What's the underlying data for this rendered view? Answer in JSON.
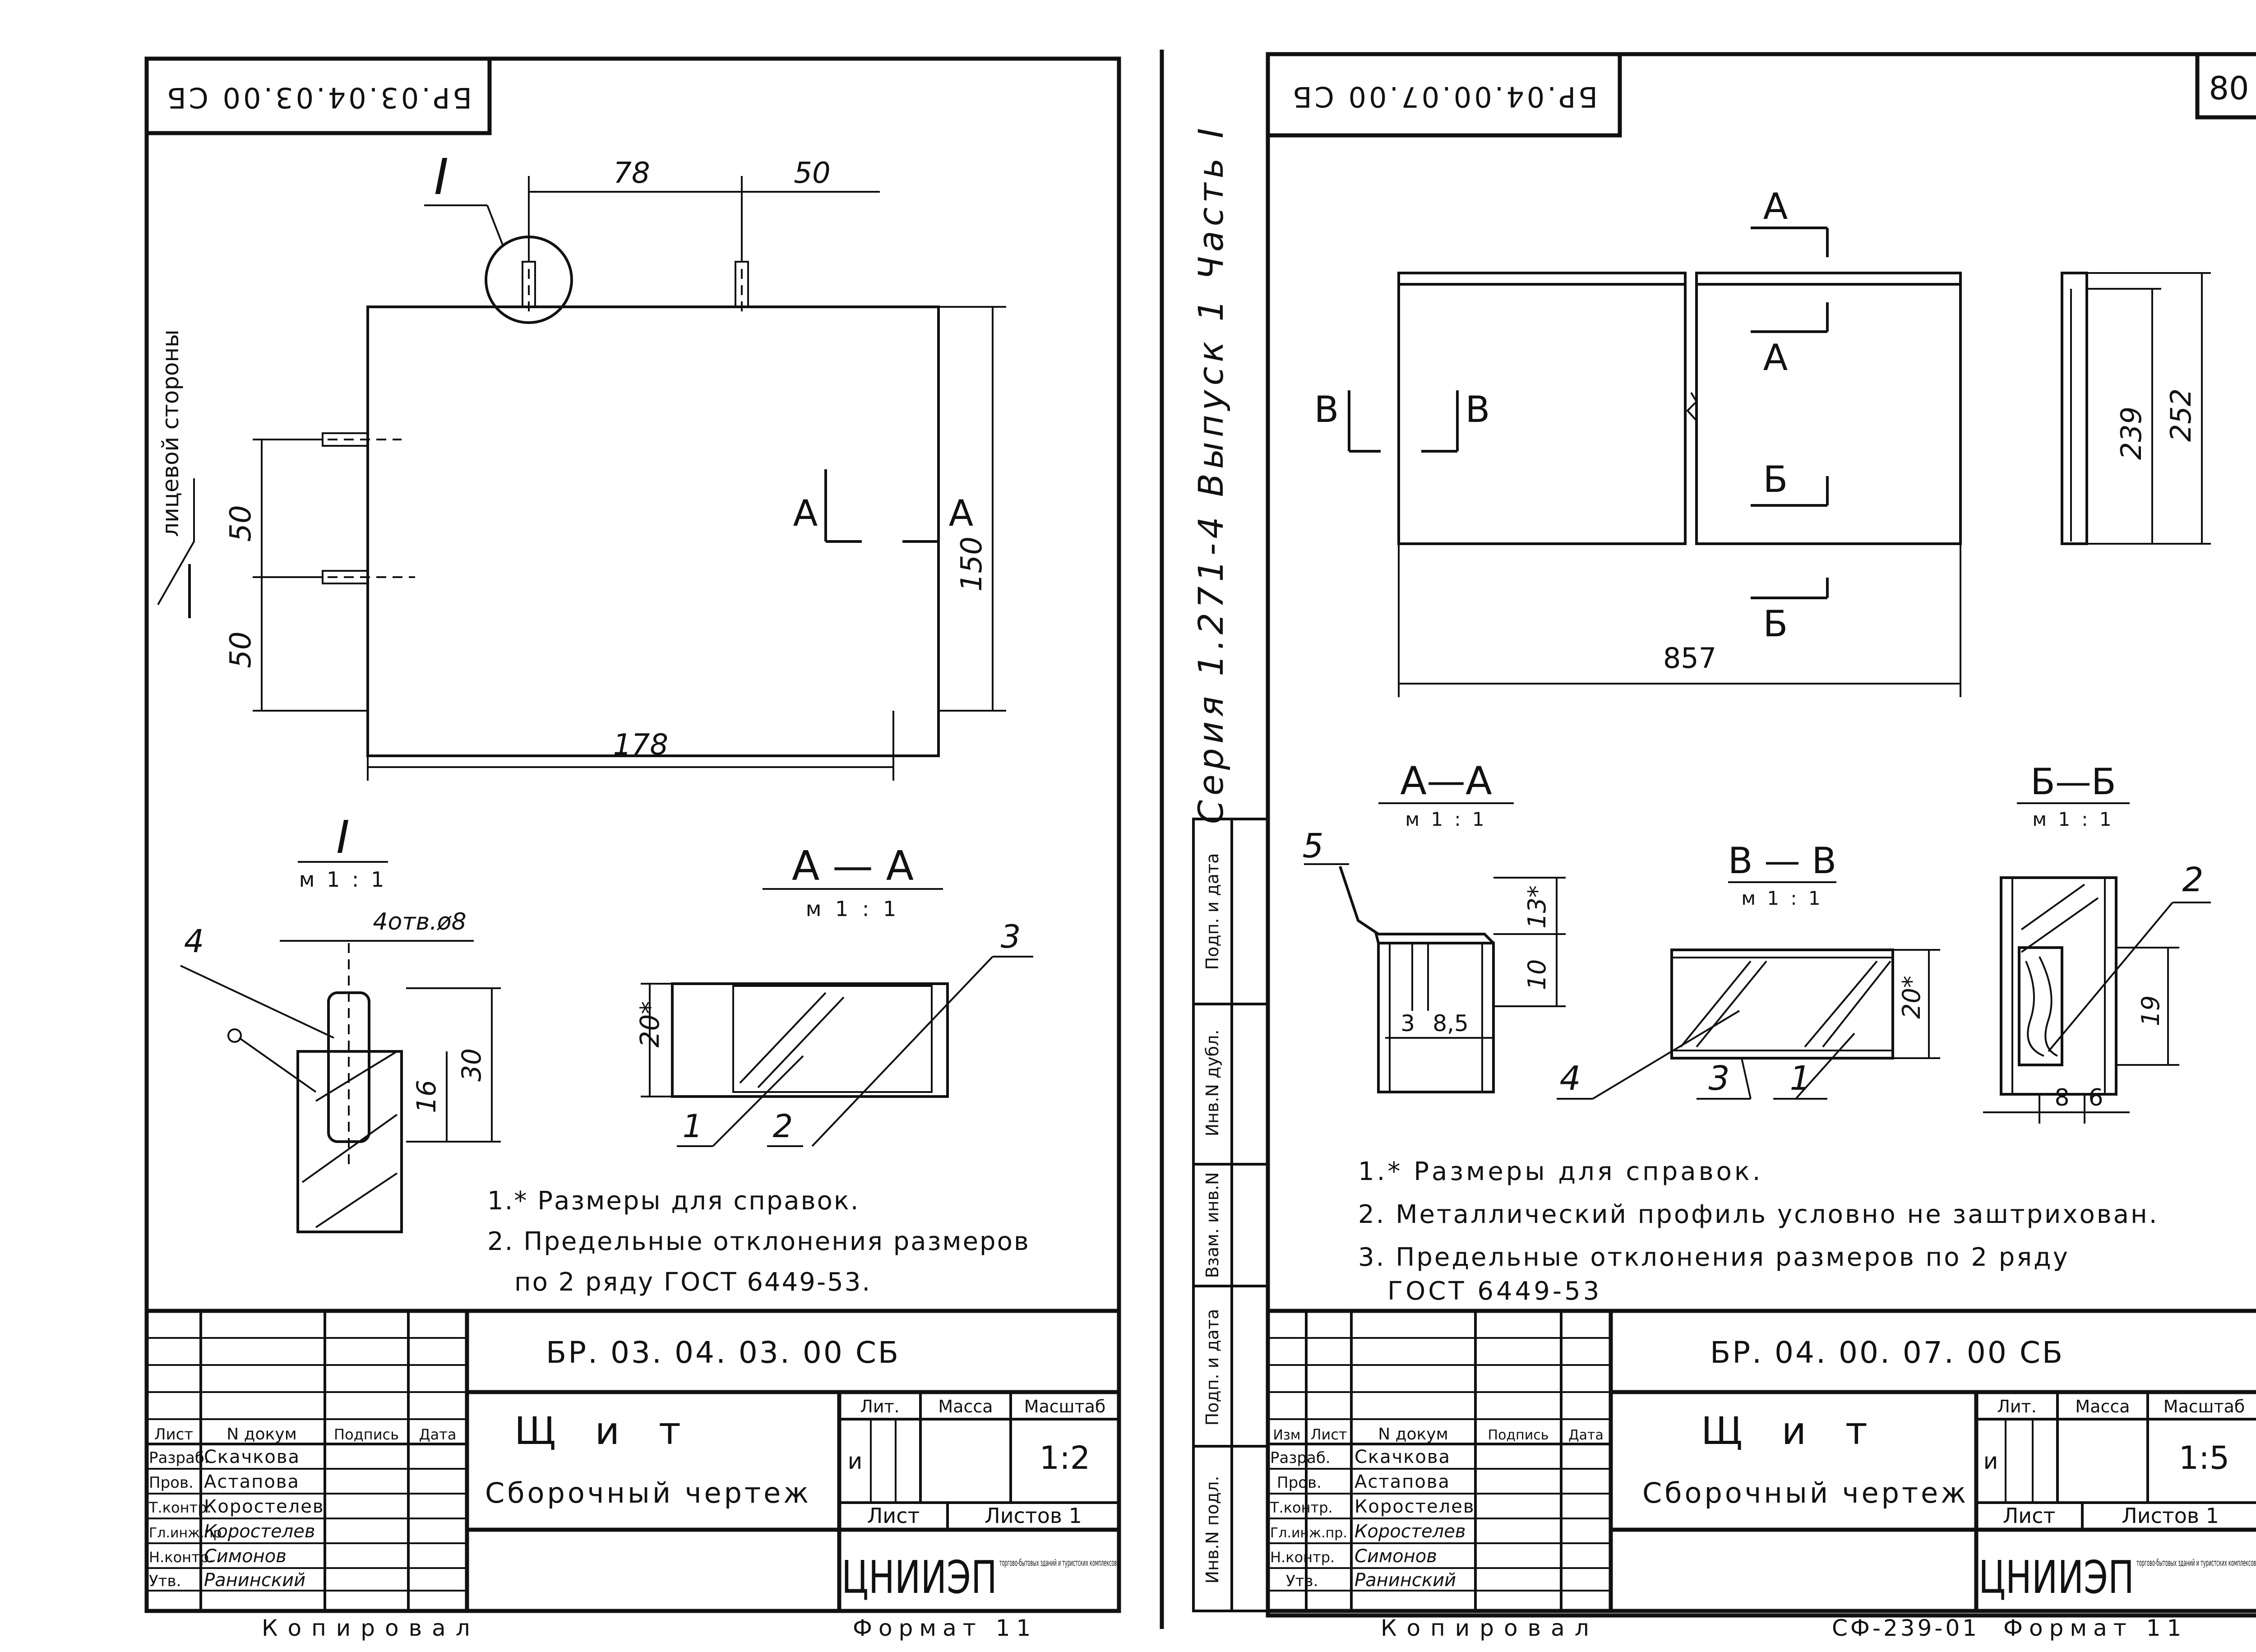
{
  "colors": {
    "ink": "#111111",
    "paper": "#ffffff"
  },
  "left_sheet": {
    "doc_code_rotated": "БР.03.04.03.00 СБ",
    "detail_marker": "I",
    "dims": {
      "d78": "78",
      "d50_top": "50",
      "d150": "150",
      "d50_a": "50",
      "d50_b": "50",
      "d178": "178",
      "d30": "30",
      "d16": "16",
      "d20": "20*"
    },
    "face_side_label": "лицевой стороны",
    "section_letters": {
      "a1": "А",
      "a2": "А"
    },
    "detail_title": "I",
    "detail_scale": "м 1 : 1",
    "section_title": "А — А",
    "section_scale": "м 1 : 1",
    "holes_note": "4отв.ø8",
    "leaders": {
      "l4": "4",
      "l3": "3",
      "l1": "1",
      "l2": "2"
    },
    "notes": [
      "1.* Размеры для справок.",
      "2. Предельные отклонения размеров",
      "по 2 ряду ГОСТ 6449-53."
    ],
    "title_block": {
      "code": "БР. 03. 04. 03. 00 СБ",
      "name1": "Щ и т",
      "name2": "Сборочный чертеж",
      "col_headers": [
        "Лист",
        "N докум",
        "Подпись",
        "Дата"
      ],
      "roles": [
        "Разраб.",
        "Пров.",
        "Т.контр.",
        "Гл.инж.пр.",
        "Н.контр.",
        "Утв."
      ],
      "names": [
        "Скачкова",
        "Астапова",
        "Коростелев",
        "Коростелев",
        "Симонов",
        "Ранинский"
      ],
      "lit_label": "Лит.",
      "mass_label": "Масса",
      "scale_label": "Масштаб",
      "lit_value": "и",
      "scale_value": "1:2",
      "sheet_label": "Лист",
      "sheets_label": "Листов 1",
      "org": "ЦНИИЭП",
      "org_sub": "торгово-бытовых зданий и туристских комплексов"
    },
    "bottom_left": "Копировал",
    "bottom_right": "Формат 11"
  },
  "right_sheet": {
    "doc_code_rotated": "БР.04.00.07.00 СБ",
    "page_number": "80",
    "series_text": "Серия 1.271-4 Выпуск 1 Часть I",
    "section_letters": {
      "a_top": "А",
      "a_mid": "А",
      "b1": "Б",
      "b2": "Б",
      "v1": "В",
      "v2": "В"
    },
    "dims": {
      "d857": "857",
      "d239": "239",
      "d252": "252",
      "d13": "13*",
      "d10": "10",
      "d3": "3",
      "d85": "8,5",
      "d20": "20*",
      "d19": "19",
      "d8": "8",
      "d6": "6"
    },
    "sec_aa": {
      "title": "А—А",
      "scale": "м 1 : 1"
    },
    "sec_vv": {
      "title": "В — В",
      "scale": "м 1 : 1"
    },
    "sec_bb": {
      "title": "Б—Б",
      "scale": "м 1 : 1"
    },
    "leaders": {
      "l5": "5",
      "l4": "4",
      "l3": "3",
      "l1": "1",
      "l2": "2"
    },
    "notes": [
      "1.* Размеры для справок.",
      "2. Металлический профиль условно не заштрихован.",
      "3. Предельные отклонения размеров по 2 ряду",
      "ГОСТ 6449-53"
    ],
    "side_stamp": [
      "Инв.N подл.",
      "Подп. и дата",
      "Взам. инв.N",
      "Инв.N дубл.",
      "Подп. и дата"
    ],
    "title_block": {
      "code": "БР. 04. 00. 07. 00 СБ",
      "name1": "Щ и т",
      "name2": "Сборочный чертеж",
      "col_headers": [
        "Изм",
        "Лист",
        "N докум",
        "Подпись",
        "Дата"
      ],
      "roles": [
        "Разраб.",
        "Пров.",
        "Т.контр.",
        "Гл.инж.пр.",
        "Н.контр.",
        "Утв."
      ],
      "names": [
        "Скачкова",
        "Астапова",
        "Коростелев",
        "Коростелев",
        "Симонов",
        "Ранинский"
      ],
      "lit_label": "Лит.",
      "mass_label": "Масса",
      "scale_label": "Масштаб",
      "lit_value": "и",
      "scale_value": "1:5",
      "sheet_label": "Лист",
      "sheets_label": "Листов 1",
      "org": "ЦНИИЭП",
      "org_sub": "торгово-бытовых зданий и туристских комплексов"
    },
    "bottom_left": "Копировал",
    "bottom_mid": "СФ-239-01",
    "bottom_right": "Формат 11"
  }
}
